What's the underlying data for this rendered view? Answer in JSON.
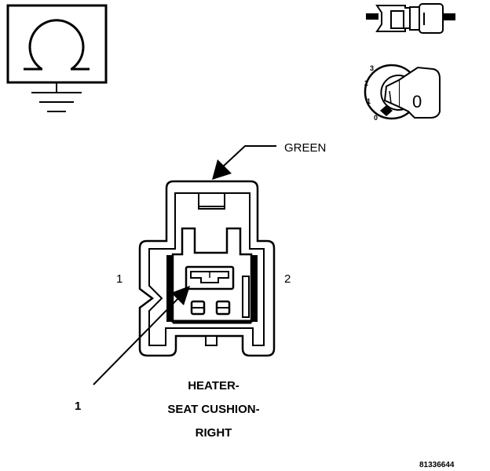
{
  "symbols": {
    "ohmmeter": "ohm-symbol-icon",
    "ground": "ground-symbol-icon",
    "connector_probe": "connector-probe-icon",
    "ignition_key": "ignition-key-icon"
  },
  "ignition": {
    "positions": [
      "3",
      "2",
      "1",
      "0"
    ],
    "key_label": "0"
  },
  "connector": {
    "color_label": "GREEN",
    "pin_left": "1",
    "pin_right": "2",
    "callout": "1",
    "title_lines": [
      "HEATER-",
      "SEAT CUSHION-",
      "RIGHT"
    ]
  },
  "figure_code": "81336644"
}
